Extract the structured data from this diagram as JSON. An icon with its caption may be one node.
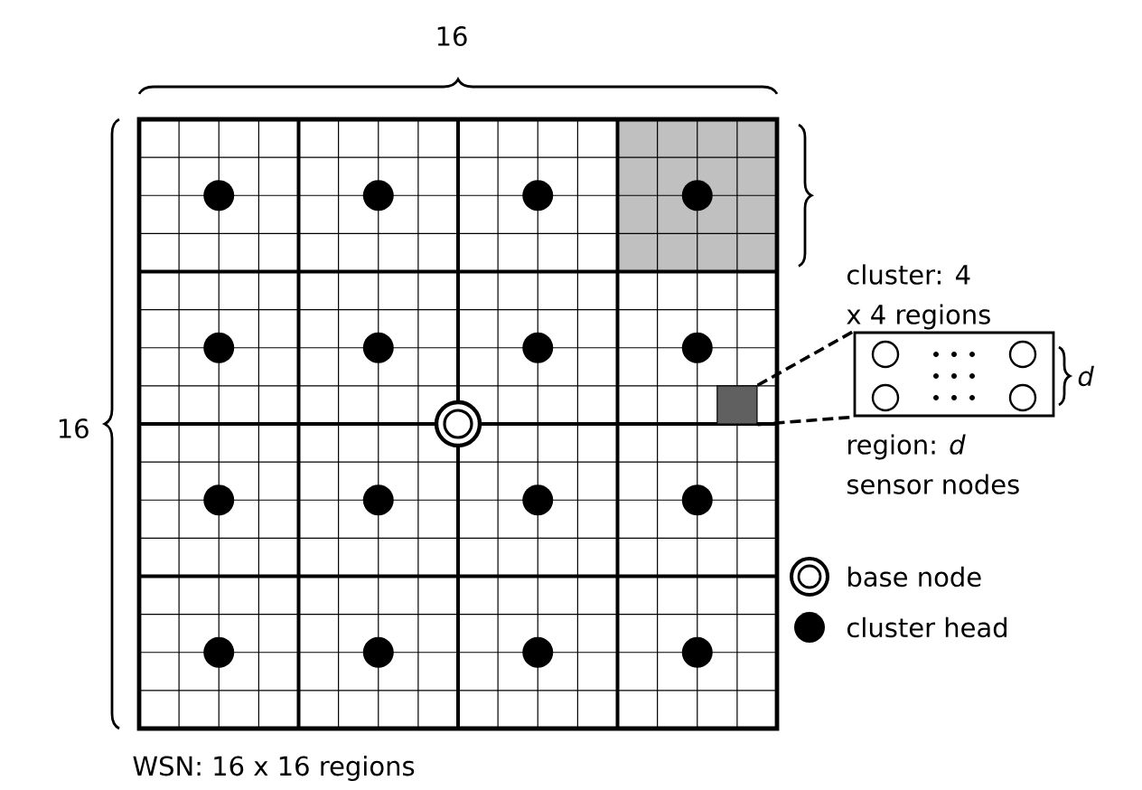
{
  "diagram": {
    "nodes": [
      {
        "text": [],
        "shape": "box"
      },
      {
        "text": [],
        "shape": "box"
      }
    ],
    "edges": [
      {
        "from": 0,
        "to": 1,
        "arrow": "none",
        "style": "dashed"
      },
      {
        "from": 0,
        "to": 1,
        "arrow": "none",
        "style": "dashed"
      }
    ],
    "labels": [
      "16",
      "cluster: 4 x 4 regions",
      "16",
      "d",
      "region: *d* sensor nodes",
      "WSN: 16 x 16 regions"
    ],
    "legend": [
      {
        "text": "base node"
      },
      {
        "text": "cluster head"
      }
    ]
  }
}
